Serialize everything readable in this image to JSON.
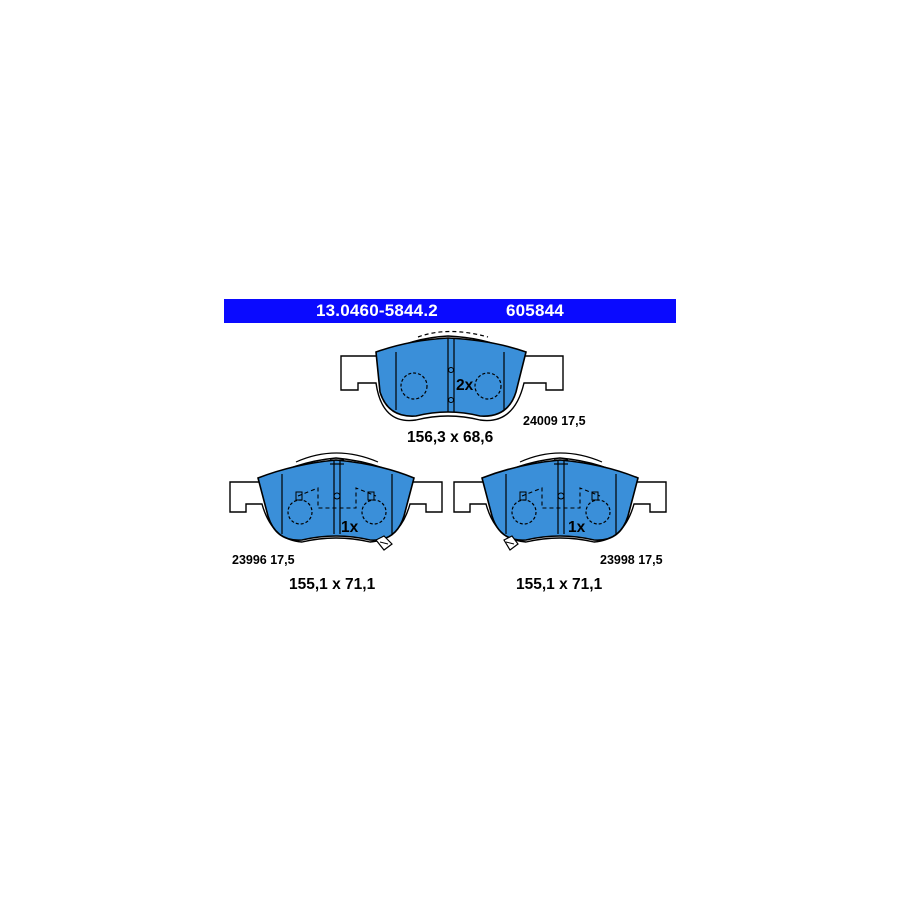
{
  "header": {
    "part_number": "13.0460-5844.2",
    "ref_number": "605844",
    "bar_color": "#0a0aff"
  },
  "pads": {
    "top": {
      "qty": "2x",
      "code": "24009 17,5",
      "dims": "156,3 x 68,6"
    },
    "bottom_left": {
      "qty": "1x",
      "code": "23996 17,5",
      "dims": "155,1 x 71,1"
    },
    "bottom_right": {
      "qty": "1x",
      "code": "23998 17,5",
      "dims": "155,1 x 71,1"
    }
  },
  "colors": {
    "friction": "#3a8fd9",
    "outline": "#000000"
  }
}
